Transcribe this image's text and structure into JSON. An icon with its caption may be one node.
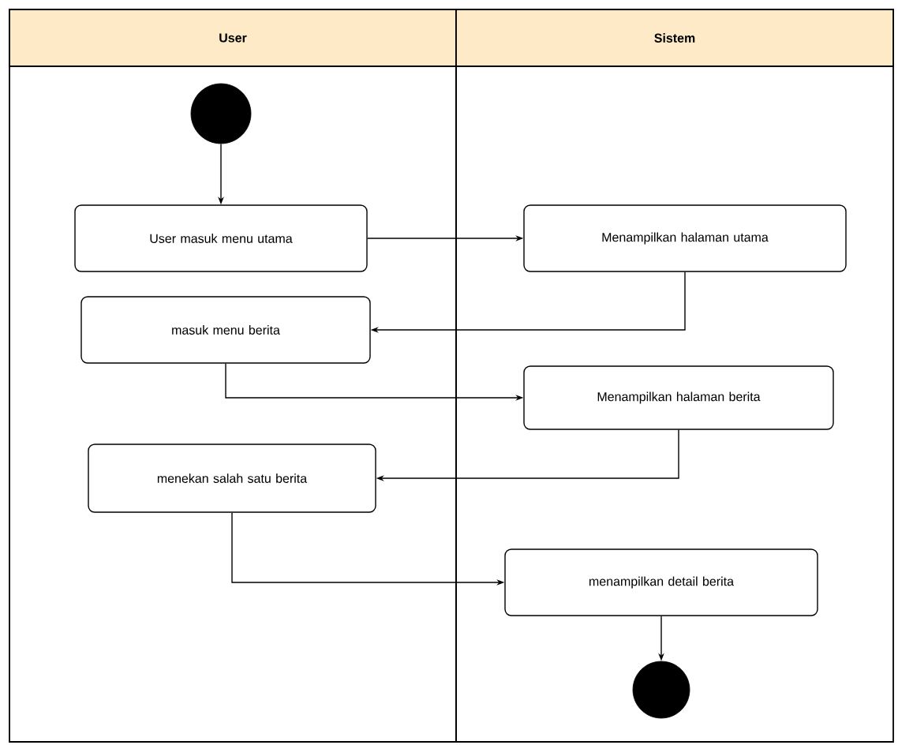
{
  "diagram": {
    "nodes": [
      {
        "text": [
          "User"
        ]
      },
      {
        "text": [
          "Sistem"
        ]
      },
      {
        "text": [],
        "shape": "circle",
        "in": 0
      },
      {
        "text": [
          "User masuk menu utama"
        ],
        "in": 0
      },
      {
        "text": [
          "Menampilkan halaman utama"
        ],
        "in": 1
      },
      {
        "text": [
          "masuk menu berita"
        ],
        "in": 0
      },
      {
        "text": [
          "Menampilkan halaman berita"
        ],
        "in": 1
      },
      {
        "text": [
          "menekan salah satu berita"
        ],
        "in": 0
      },
      {
        "text": [
          "menampilkan detail berita"
        ],
        "in": 1
      },
      {
        "text": [],
        "shape": "circle",
        "in": 1
      }
    ],
    "edges": [
      {
        "from": 2,
        "to": 3,
        "arrow": "to"
      },
      {
        "from": 3,
        "to": 4,
        "arrow": "to"
      },
      {
        "from": 4,
        "to": 5,
        "arrow": "to"
      },
      {
        "from": 5,
        "to": 6,
        "arrow": "to"
      },
      {
        "from": 6,
        "to": 7,
        "arrow": "to"
      },
      {
        "from": 7,
        "to": 8,
        "arrow": "to"
      },
      {
        "from": 8,
        "to": 9,
        "arrow": "to"
      }
    ]
  }
}
